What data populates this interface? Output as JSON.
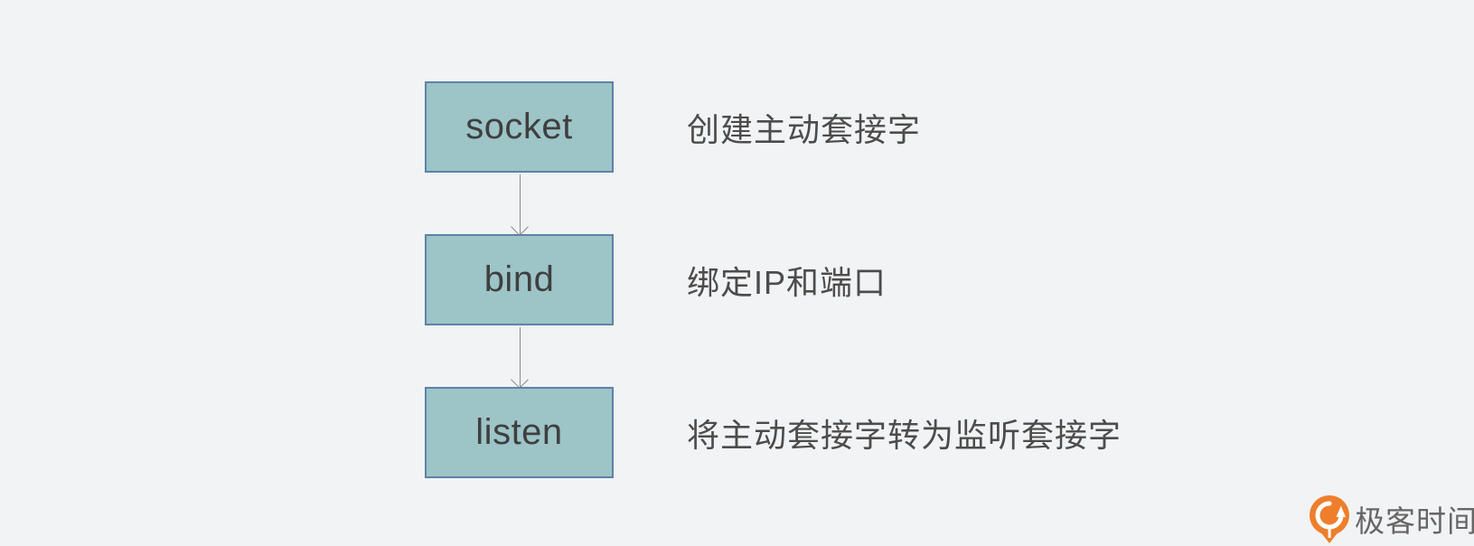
{
  "diagram": {
    "steps": [
      {
        "id": "socket",
        "label": "socket",
        "description": "创建主动套接字"
      },
      {
        "id": "bind",
        "label": "bind",
        "description": "绑定IP和端口"
      },
      {
        "id": "listen",
        "label": "listen",
        "description": "将主动套接字转为监听套接字"
      }
    ],
    "arrow_icon": "arrow-down-icon"
  },
  "theme": {
    "background": "#f2f3f5",
    "node_fill": "#9dc4c7",
    "node_border": "#5c83aa",
    "node_text": "#3f3f3f",
    "desc_text": "#4c4c4c",
    "arrow_color": "#8a8a8a",
    "logo_orange": "#ee7e2b",
    "logo_text_color": "#666666"
  },
  "logo": {
    "text": "极客时间",
    "icon": "geektime-pin-icon"
  }
}
